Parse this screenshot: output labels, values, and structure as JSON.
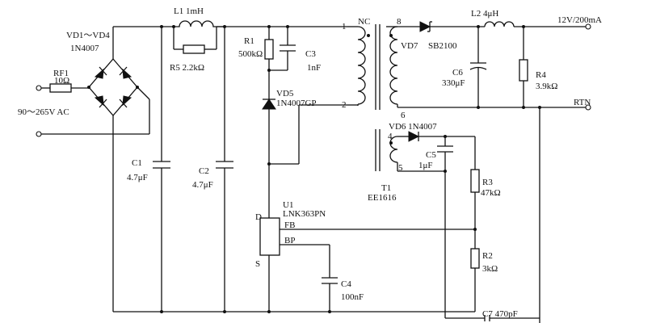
{
  "labels": {
    "l1": "L1  1mH",
    "r5": "R5  2.2kΩ",
    "vd14_a": "VD1～VD4",
    "vd14_b": "1N4007",
    "rf1_a": "RF1",
    "rf1_b": "10Ω",
    "ac_in": "90～265V AC",
    "c1_a": "C1",
    "c1_b": "4.7μF",
    "c2_a": "C2",
    "c2_b": "4.7μF",
    "r1_a": "R1",
    "r1_b": "500kΩ",
    "c3_a": "C3",
    "c3_b": "1nF",
    "vd5_a": "VD5",
    "vd5_b": "1N4007GP",
    "u1_a": "U1",
    "u1_b": "LNK363PN",
    "pin_d": "D",
    "pin_s": "S",
    "pin_fb": "FB",
    "pin_bp": "BP",
    "c4_a": "C4",
    "c4_b": "100nF",
    "nc": "NC",
    "t_1": "1",
    "t_2": "2",
    "t_8": "8",
    "t_6": "6",
    "t_4": "4",
    "t_5": "5",
    "t1_a": "T1",
    "t1_b": "EE1616",
    "vd7": "VD7",
    "sb2100": "SB2100",
    "l2": "L2  4μH",
    "out": "12V/200mA",
    "c6_a": "C6",
    "c6_b": "330μF",
    "r4_a": "R4",
    "r4_b": "3.9kΩ",
    "rtn": "RTN",
    "vd6": "VD6  1N4007",
    "c5_a": "C5",
    "c5_b": "1μF",
    "r3_a": "R3",
    "r3_b": "47kΩ",
    "r2_a": "R2",
    "r2_b": "3kΩ",
    "c7": "C7  470pF"
  }
}
